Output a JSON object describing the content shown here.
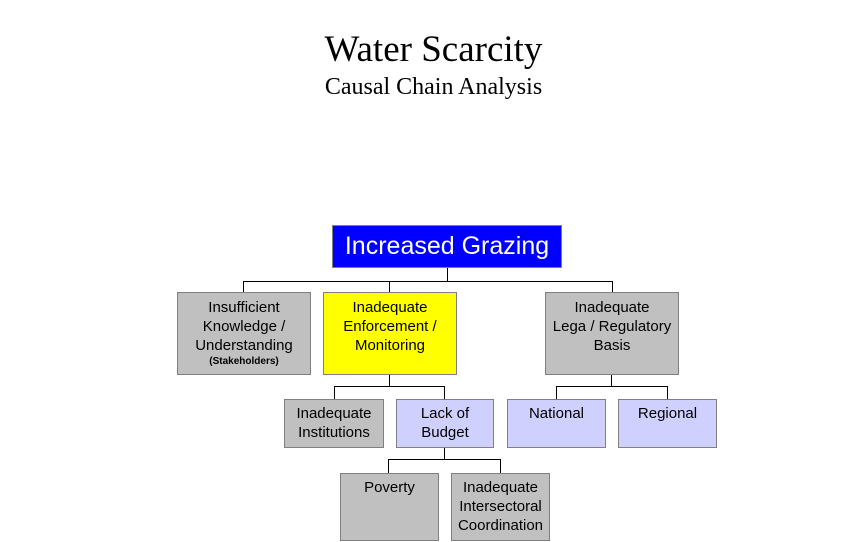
{
  "title": "Water Scarcity",
  "subtitle": "Causal Chain Analysis",
  "root": "Increased Grazing",
  "level1": {
    "knowledge": {
      "lines": [
        "Insufficient",
        "Knowledge /",
        "Understanding"
      ],
      "note": "(Stakeholders)"
    },
    "enforcement": {
      "lines": [
        "Inadequate",
        "Enforcement /",
        "Monitoring"
      ]
    },
    "legal": {
      "lines": [
        "Inadequate",
        "Lega / Regulatory",
        "Basis"
      ]
    }
  },
  "level2": {
    "institutions": {
      "lines": [
        "Inadequate",
        "Institutions"
      ]
    },
    "budget": {
      "lines": [
        "Lack of",
        "Budget"
      ]
    },
    "national": {
      "lines": [
        "National"
      ]
    },
    "regional": {
      "lines": [
        "Regional"
      ]
    }
  },
  "level3": {
    "poverty": {
      "lines": [
        "Poverty"
      ]
    },
    "coordination": {
      "lines": [
        "Inadequate",
        "Intersectoral",
        "Coordination"
      ]
    }
  },
  "colors": {
    "root": "#0000ff",
    "highlight": "#ffff00",
    "gray": "#c0c0c0",
    "lavender": "#d0d0ff"
  }
}
